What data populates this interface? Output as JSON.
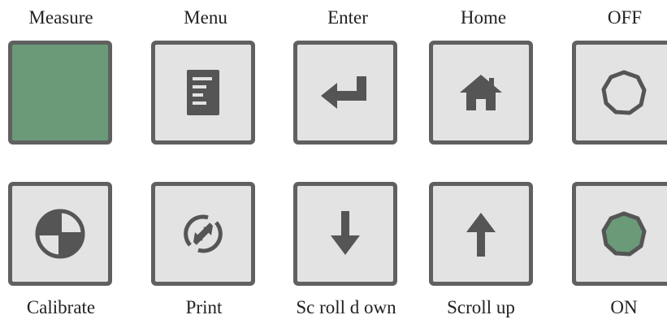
{
  "keypad": {
    "top_row": [
      {
        "label": "Measure",
        "icon": "measure-blank",
        "face_color": "#6a9a78"
      },
      {
        "label": "Menu",
        "icon": "menu-document-icon"
      },
      {
        "label": "Enter",
        "icon": "enter-arrow-icon"
      },
      {
        "label": "Home",
        "icon": "home-icon"
      },
      {
        "label": "OFF",
        "icon": "power-off-ring-icon"
      }
    ],
    "bottom_row": [
      {
        "label": "Calibrate",
        "icon": "calibrate-target-icon"
      },
      {
        "label": "Print",
        "icon": "print-cycle-icon"
      },
      {
        "label": "Sc roll d own",
        "icon": "arrow-down-icon"
      },
      {
        "label": "Scroll up",
        "icon": "arrow-up-icon"
      },
      {
        "label": "ON",
        "icon": "power-on-filled-icon",
        "indicator_color": "#6a9a78"
      }
    ]
  },
  "colors": {
    "key_border": "#606060",
    "key_face": "#e3e3e3",
    "icon": "#555555",
    "accent_green": "#6a9a78"
  }
}
